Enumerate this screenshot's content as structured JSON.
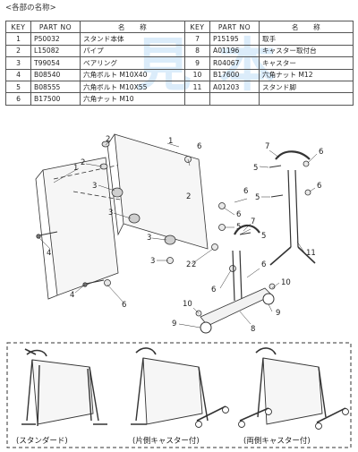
{
  "heading": "<各部の名称>",
  "table": {
    "headers": [
      "KEY",
      "PART NO",
      "名　　称",
      "KEY",
      "PART NO",
      "名　　称"
    ],
    "rows": [
      {
        "k1": "1",
        "p1": "P50032",
        "n1": "スタンド本体",
        "k2": "7",
        "p2": "P15195",
        "n2": "取手"
      },
      {
        "k1": "2",
        "p1": "L15082",
        "n1": "パイプ",
        "k2": "8",
        "p2": "A01196",
        "n2": "キャスター取付台"
      },
      {
        "k1": "3",
        "p1": "T99054",
        "n1": "ベアリング",
        "k2": "9",
        "p2": "R04067",
        "n2": "キャスター"
      },
      {
        "k1": "4",
        "p1": "B08540",
        "n1": "六角ボルト M10X40",
        "k2": "10",
        "p2": "B17600",
        "n2": "六角ナット M12"
      },
      {
        "k1": "5",
        "p1": "B08555",
        "n1": "六角ボルト M10X55",
        "k2": "11",
        "p2": "A01203",
        "n2": "スタンド脚"
      },
      {
        "k1": "6",
        "p1": "B17500",
        "n1": "六角ナット M10",
        "k2": "",
        "p2": "",
        "n2": ""
      }
    ]
  },
  "callouts": {
    "n1": "1",
    "n2": "2",
    "n3": "3",
    "n4": "4",
    "n5": "5",
    "n6": "6",
    "n7": "7",
    "n8": "8",
    "n9": "9",
    "n10": "10",
    "n11": "11"
  },
  "variants": {
    "standard": "(スタンダード)",
    "one_side": "(片側キャスター付)",
    "both_sides": "(両側キャスター付)"
  },
  "colors": {
    "line": "#333333",
    "watermark": "#5aaae6"
  }
}
